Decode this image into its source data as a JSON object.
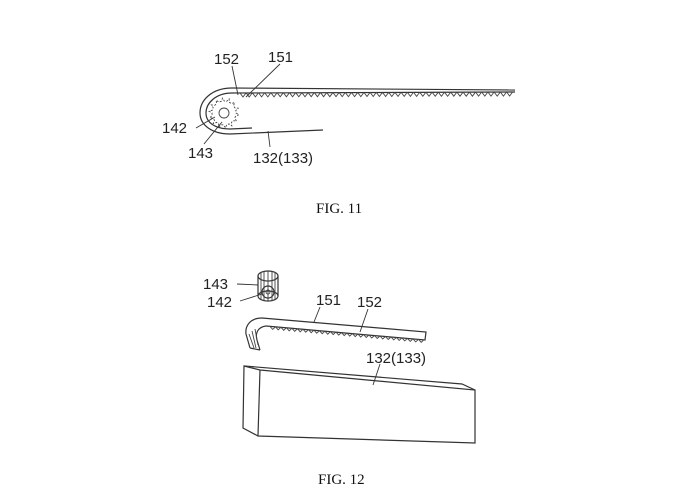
{
  "figures": [
    {
      "caption": "FIG. 11",
      "labels": {
        "a": "152",
        "b": "151",
        "c": "142",
        "d": "143",
        "e": "132(133)"
      }
    },
    {
      "caption": "FIG. 12",
      "labels": {
        "a": "143",
        "b": "142",
        "c": "151",
        "d": "152",
        "e": "132(133)"
      }
    }
  ]
}
